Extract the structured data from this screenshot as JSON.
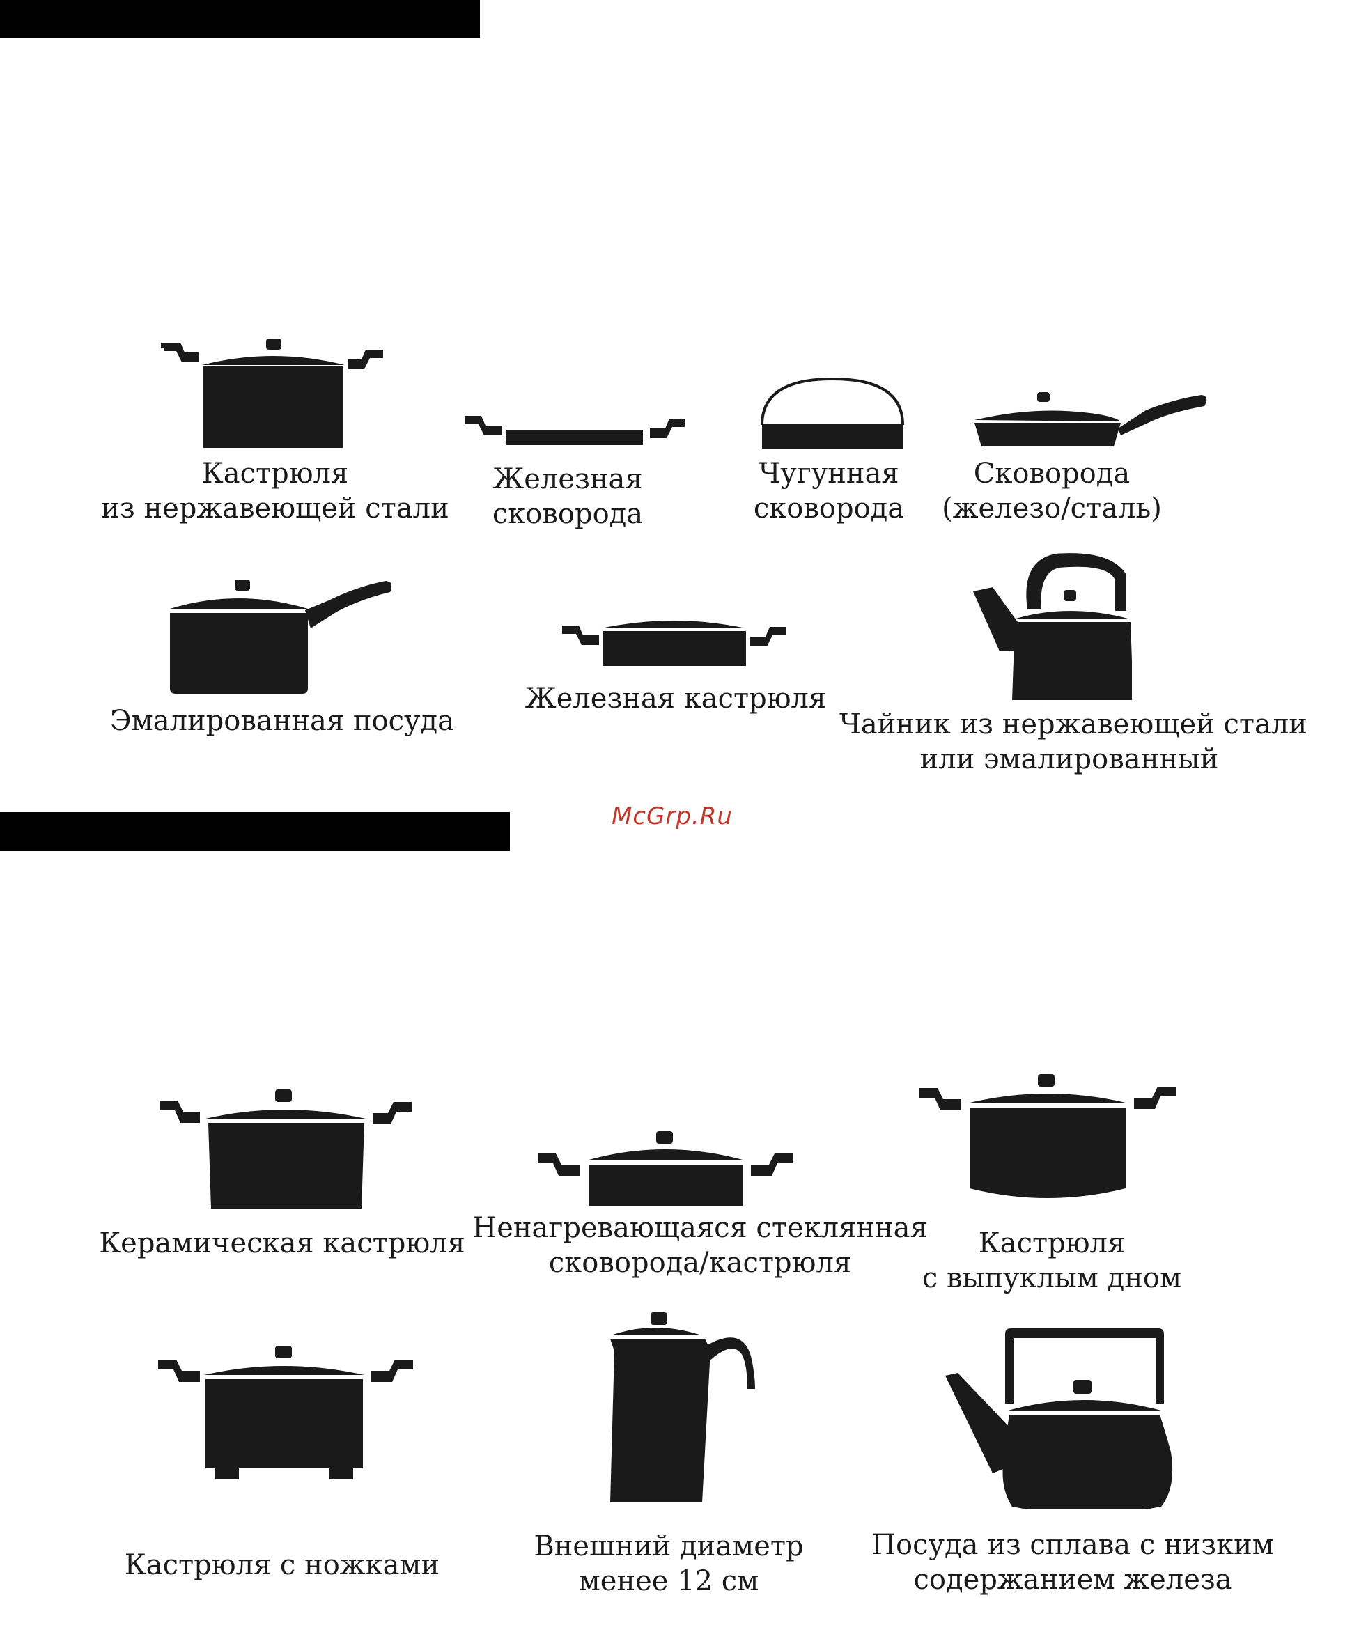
{
  "watermark": "McGrp.Ru",
  "suitable": {
    "items": [
      {
        "line1": "Кастрюля",
        "line2": "из нержавеющей стали",
        "icon": "stockpot-icon"
      },
      {
        "line1": "Железная",
        "line2": "сковорода",
        "icon": "iron-pan-icon"
      },
      {
        "line1": "Чугунная",
        "line2": "сковорода",
        "icon": "cast-iron-pan-icon"
      },
      {
        "line1": "Сковорода",
        "line2": "(железо/сталь)",
        "icon": "frying-pan-icon"
      },
      {
        "line1": "Эмалированная посуда",
        "icon": "saucepan-icon"
      },
      {
        "line1": "Железная кастрюля",
        "icon": "shallow-pot-icon"
      },
      {
        "line1": "Чайник из нержавеющей стали",
        "line2": "или эмалированный",
        "icon": "kettle-icon"
      }
    ]
  },
  "unsuitable": {
    "items": [
      {
        "line1": "Керамическая кастрюля",
        "icon": "ceramic-pot-icon"
      },
      {
        "line1": "Ненагревающаяся стеклянная",
        "line2": "сковорода/кастрюля",
        "icon": "glass-pot-icon"
      },
      {
        "line1": "Кастрюля",
        "line2": "с выпуклым дном",
        "icon": "convex-bottom-pot-icon"
      },
      {
        "line1": "Кастрюля с ножками",
        "icon": "legged-pot-icon"
      },
      {
        "line1": "Внешний диаметр",
        "line2": "менее 12 см",
        "icon": "coffee-pot-icon"
      },
      {
        "line1": "Посуда из сплава с низким",
        "line2": "содержанием железа",
        "icon": "alloy-kettle-icon"
      }
    ]
  }
}
